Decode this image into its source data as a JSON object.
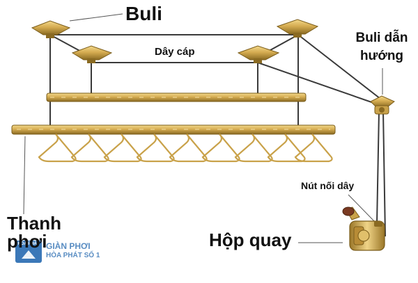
{
  "labels": {
    "buli": "Buli",
    "day_cap": "Dây cáp",
    "buli_dan_huong": "Buli dẫn hướng",
    "nut_noi_day": "Nút nối dây",
    "hop_quay": "Hộp quay",
    "thanh_phoi": "Thanh phơi"
  },
  "logo": {
    "badge": "HÒA PHÁT",
    "line1": "GIÀN PHƠI",
    "line2": "HÒA PHÁT SỐ 1"
  },
  "colors": {
    "brass": "#c9a24a",
    "brass_dark": "#8a6a22",
    "cable": "#3a3a3a",
    "logo_blue": "#3b78b8"
  }
}
